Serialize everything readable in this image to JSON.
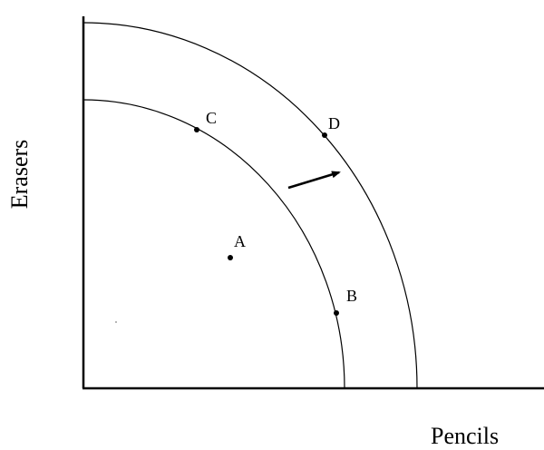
{
  "axes": {
    "y_label": "Erasers",
    "x_label": "Pencils"
  },
  "curves": [
    {
      "id": "ppf-original"
    },
    {
      "id": "ppf-shifted"
    }
  ],
  "points": [
    {
      "label": "A"
    },
    {
      "label": "B"
    },
    {
      "label": "C"
    },
    {
      "label": "D"
    }
  ],
  "arrow": {
    "direction": "outward"
  }
}
